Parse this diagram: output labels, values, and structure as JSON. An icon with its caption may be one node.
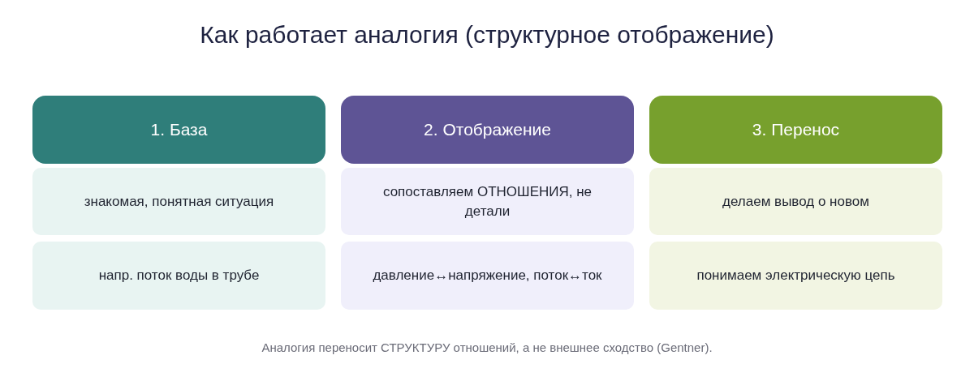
{
  "diagram": {
    "title": "Как работает аналогия (структурное отображение)",
    "nodes": [
      {
        "text": [
          "1. База"
        ]
      },
      {
        "text": [
          "2. Отображение"
        ]
      },
      {
        "text": [
          "3. Перенос"
        ]
      },
      {
        "text": [
          "знакомая, понятная ситуация"
        ]
      },
      {
        "text": [
          "сопоставляем ОТНОШЕНИЯ, не детали"
        ]
      },
      {
        "text": [
          "делаем вывод о новом"
        ]
      },
      {
        "text": [
          "напр. поток воды в трубе"
        ]
      },
      {
        "text": [
          "давление↔напряжение, поток↔ток"
        ]
      },
      {
        "text": [
          "понимаем электрическую цепь"
        ]
      }
    ],
    "caption": "Аналогия переносит СТРУКТУРУ отношений, а не внешнее сходство (Gentner)."
  }
}
